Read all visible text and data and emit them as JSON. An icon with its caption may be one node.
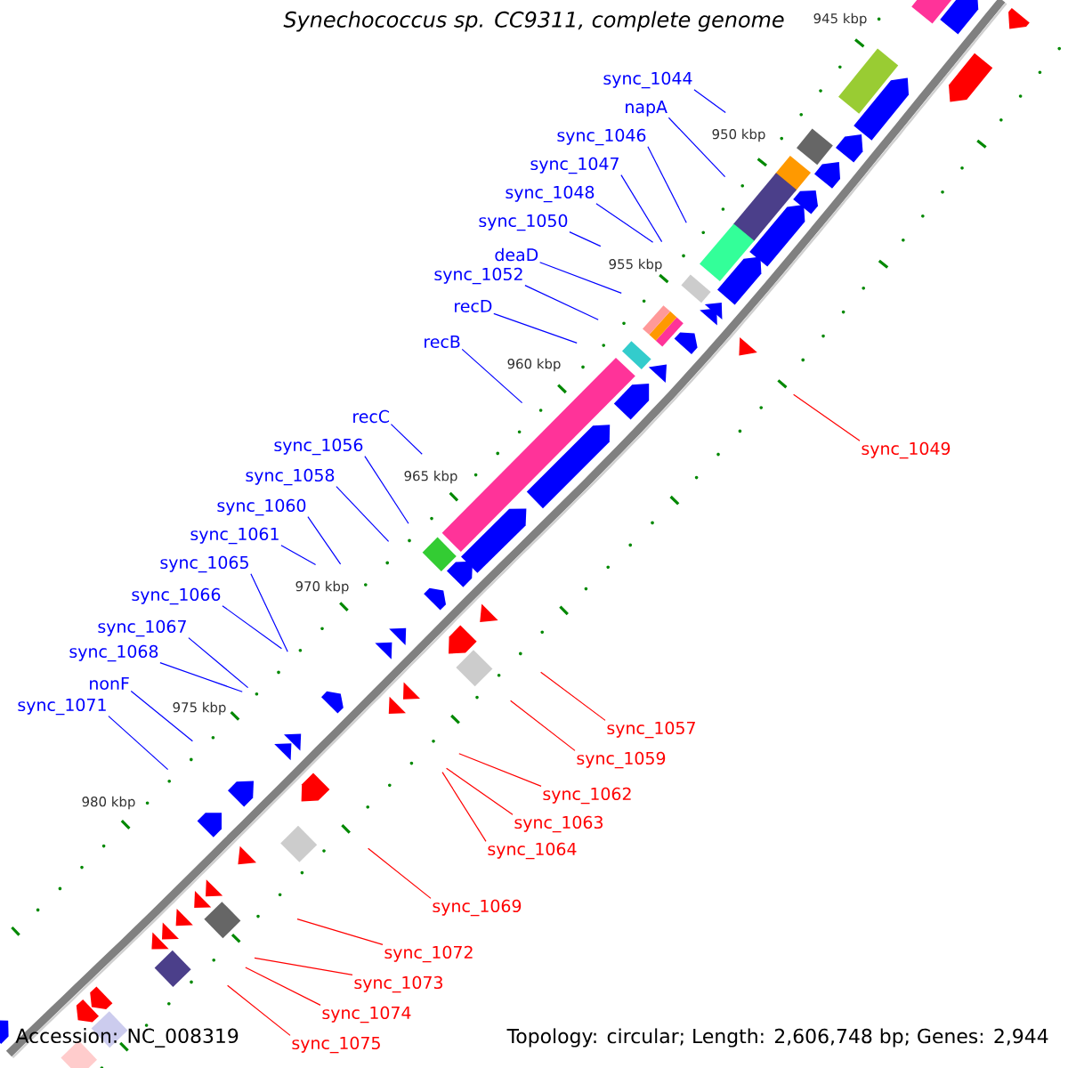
{
  "diagram": {
    "title": "Synechococcus sp. CC9311, complete genome",
    "nodes": [
      {
        "text": [
          "sync_1044"
        ]
      },
      {
        "text": [
          "napA"
        ]
      },
      {
        "text": [
          "sync_1046"
        ]
      },
      {
        "text": [
          "sync_1047"
        ]
      },
      {
        "text": [
          "sync_1048"
        ]
      },
      {
        "text": [
          "sync_1050"
        ]
      },
      {
        "text": [
          "deaD"
        ]
      },
      {
        "text": [
          "sync_1052"
        ]
      },
      {
        "text": [
          "recD"
        ]
      },
      {
        "text": [
          "recB"
        ]
      },
      {
        "text": [
          "recC"
        ]
      },
      {
        "text": [
          "sync_1056"
        ]
      },
      {
        "text": [
          "sync_1058"
        ]
      },
      {
        "text": [
          "sync_1060"
        ]
      },
      {
        "text": [
          "sync_1061"
        ]
      },
      {
        "text": [
          "sync_1065"
        ]
      },
      {
        "text": [
          "sync_1066"
        ]
      },
      {
        "text": [
          "sync_1067"
        ]
      },
      {
        "text": [
          "sync_1068"
        ]
      },
      {
        "text": [
          "nonF"
        ]
      },
      {
        "text": [
          "sync_1071"
        ]
      },
      {
        "text": [
          "sync_1049"
        ]
      },
      {
        "text": [
          "sync_1057"
        ]
      },
      {
        "text": [
          "sync_1059"
        ]
      },
      {
        "text": [
          "sync_1062"
        ]
      },
      {
        "text": [
          "sync_1063"
        ]
      },
      {
        "text": [
          "sync_1064"
        ]
      },
      {
        "text": [
          "sync_1069"
        ]
      },
      {
        "text": [
          "sync_1072"
        ]
      },
      {
        "text": [
          "sync_1073"
        ]
      },
      {
        "text": [
          "sync_1074"
        ]
      },
      {
        "text": [
          "sync_1075"
        ]
      }
    ],
    "edges": [
      {
        "from": 0,
        "to": null,
        "arrow": "none"
      },
      {
        "from": 1,
        "to": null,
        "arrow": "none"
      },
      {
        "from": 2,
        "to": null,
        "arrow": "none"
      },
      {
        "from": 3,
        "to": null,
        "arrow": "none"
      },
      {
        "from": 4,
        "to": null,
        "arrow": "none"
      },
      {
        "from": 5,
        "to": null,
        "arrow": "none"
      },
      {
        "from": 6,
        "to": null,
        "arrow": "none"
      },
      {
        "from": 7,
        "to": null,
        "arrow": "none"
      },
      {
        "from": 8,
        "to": null,
        "arrow": "none"
      },
      {
        "from": 9,
        "to": null,
        "arrow": "none"
      },
      {
        "from": 10,
        "to": null,
        "arrow": "none"
      },
      {
        "from": 11,
        "to": null,
        "arrow": "none"
      },
      {
        "from": 12,
        "to": null,
        "arrow": "none"
      },
      {
        "from": 13,
        "to": null,
        "arrow": "none"
      },
      {
        "from": 14,
        "to": null,
        "arrow": "none"
      },
      {
        "from": 15,
        "to": null,
        "arrow": "none"
      },
      {
        "from": 16,
        "to": null,
        "arrow": "none"
      },
      {
        "from": 17,
        "to": null,
        "arrow": "none"
      },
      {
        "from": 18,
        "to": null,
        "arrow": "none"
      },
      {
        "from": 19,
        "to": null,
        "arrow": "none"
      },
      {
        "from": 20,
        "to": null,
        "arrow": "none"
      },
      {
        "from": 21,
        "to": null,
        "arrow": "none",
        "color": "#ff0000"
      },
      {
        "from": 22,
        "to": null,
        "arrow": "none",
        "color": "#ff0000"
      },
      {
        "from": 23,
        "to": null,
        "arrow": "none",
        "color": "#ff0000"
      },
      {
        "from": 24,
        "to": null,
        "arrow": "none",
        "color": "#ff0000"
      },
      {
        "from": 25,
        "to": null,
        "arrow": "none",
        "color": "#ff0000"
      },
      {
        "from": 26,
        "to": null,
        "arrow": "none",
        "color": "#ff0000"
      },
      {
        "from": 27,
        "to": null,
        "arrow": "none",
        "color": "#ff0000"
      },
      {
        "from": 28,
        "to": null,
        "arrow": "none",
        "color": "#ff0000"
      },
      {
        "from": 29,
        "to": null,
        "arrow": "none",
        "color": "#ff0000"
      },
      {
        "from": 30,
        "to": null,
        "arrow": "none",
        "color": "#ff0000"
      },
      {
        "from": 31,
        "to": null,
        "arrow": "none",
        "color": "#ff0000"
      }
    ],
    "labels": [
      "945 kbp",
      "950 kbp",
      "955 kbp",
      "960 kbp",
      "965 kbp",
      "970 kbp",
      "975 kbp",
      "980 kbp",
      "Accession: NC_008319",
      "Topology: circular; Length: 2,606,748 bp; Genes: 2,944"
    ]
  }
}
